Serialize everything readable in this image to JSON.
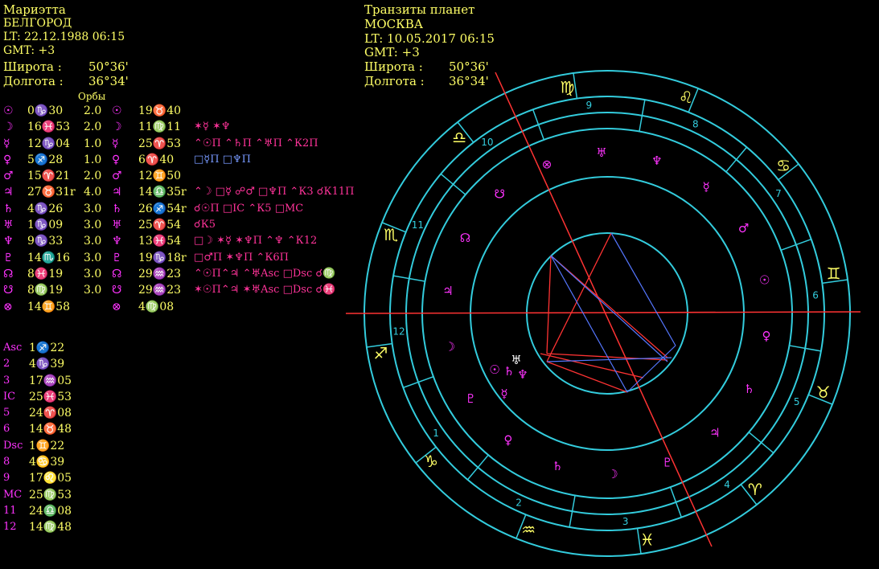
{
  "natal": {
    "name": "Мариэтта",
    "city": "БЕЛГОРОД",
    "lt": "LT: 22.12.1988  06:15",
    "gmt": "GMT: +3",
    "lat_label": "Широта :",
    "lat_value": "50°36'",
    "lon_label": "Долгота :",
    "lon_value": "36°34'"
  },
  "transit": {
    "title": "Транзиты планет",
    "city": "МОСКВА",
    "lt": "LT: 10.05.2017  06:15",
    "gmt": "GMT: +3",
    "lat_label": "Широта :",
    "lat_value": "50°36'",
    "lon_label": "Долгота :",
    "lon_value": "36°34'"
  },
  "orbs_header": "Орбы",
  "planets": [
    {
      "glyph": "☉",
      "natal": "0♑30",
      "orb": "2.0",
      "tglyph": "☉",
      "transit": "19♉40",
      "aspects": []
    },
    {
      "glyph": "☽",
      "natal": "16♓53",
      "orb": "2.0",
      "tglyph": "☽",
      "transit": "11♍11",
      "aspects": [
        {
          "t": "✶☿ ✶♆",
          "c": "rd"
        }
      ]
    },
    {
      "glyph": "☿",
      "natal": "12♑04",
      "orb": "1.0",
      "tglyph": "☿",
      "transit": "25♈53",
      "aspects": [
        {
          "t": "⌃☉П ⌃♄П ⌃♅П ⌃К2П",
          "c": "rd"
        }
      ]
    },
    {
      "glyph": "♀",
      "natal": "5♐28",
      "orb": "1.0",
      "tglyph": "♀",
      "transit": "6♈40",
      "aspects": [
        {
          "t": "□☿П □♆П",
          "c": "bl"
        }
      ]
    },
    {
      "glyph": "♂",
      "natal": "15♈21",
      "orb": "2.0",
      "tglyph": "♂",
      "transit": "12♊50",
      "aspects": []
    },
    {
      "glyph": "♃",
      "natal": "27♉31r",
      "orb": "4.0",
      "tglyph": "♃",
      "transit": "14♎35r",
      "aspects": [
        {
          "t": "⌃☽ □☿ ☍♂ □♆П ⌃К3 ☌К11П",
          "c": "rd"
        }
      ]
    },
    {
      "glyph": "♄",
      "natal": "4♑26",
      "orb": "3.0",
      "tglyph": "♄",
      "transit": "26♐54r",
      "aspects": [
        {
          "t": "☌☉П □IC ⌃К5 □МС",
          "c": "rd"
        }
      ]
    },
    {
      "glyph": "♅",
      "natal": "1♑09",
      "orb": "3.0",
      "tglyph": "♅",
      "transit": "25♈54",
      "aspects": [
        {
          "t": "☌К5",
          "c": "rd"
        }
      ]
    },
    {
      "glyph": "♆",
      "natal": "9♑33",
      "orb": "3.0",
      "tglyph": "♆",
      "transit": "13♓54",
      "aspects": [
        {
          "t": "□☽ ✶☿ ✶♆П ⌃♆ ⌃К12",
          "c": "rd"
        }
      ]
    },
    {
      "glyph": "♇",
      "natal": "14♏16",
      "orb": "3.0",
      "tglyph": "♇",
      "transit": "19♑18r",
      "aspects": [
        {
          "t": "□♂П ✶♆П ⌃К6П",
          "c": "rd"
        }
      ]
    },
    {
      "glyph": "☊",
      "natal": "8♓19",
      "orb": "3.0",
      "tglyph": "☊",
      "transit": "29♒23",
      "aspects": [
        {
          "t": "⌃☉П⌃♃ ⌃♅Asc □Dsc ☌♍",
          "c": "rd"
        }
      ]
    },
    {
      "glyph": "☋",
      "natal": "8♍19",
      "orb": "3.0",
      "tglyph": "☋",
      "transit": "29♒23",
      "aspects": [
        {
          "t": "✶☉П⌃♃ ✶♅Asc □Dsc ☌♓",
          "c": "rd"
        }
      ]
    },
    {
      "glyph": "⊗",
      "natal": "14♊58",
      "orb": "",
      "tglyph": "⊗",
      "transit": "4♍08",
      "aspects": []
    }
  ],
  "houses": [
    {
      "label": "Asc",
      "value": "1♐22"
    },
    {
      "label": "2",
      "value": "4♑39"
    },
    {
      "label": "3",
      "value": "17♒05"
    },
    {
      "label": "IC",
      "value": "25♓53"
    },
    {
      "label": "5",
      "value": "24♈08"
    },
    {
      "label": "6",
      "value": "14♉48"
    },
    {
      "label": "Dsc",
      "value": "1♊22"
    },
    {
      "label": "8",
      "value": "4♋39"
    },
    {
      "label": "9",
      "value": "17♌05"
    },
    {
      "label": "MC",
      "value": "25♍53"
    },
    {
      "label": "11",
      "value": "24♎08"
    },
    {
      "label": "12",
      "value": "14♍48"
    }
  ],
  "chart": {
    "zodiac": [
      "♍",
      "♌",
      "♋",
      "♊",
      "♉",
      "♈",
      "♓",
      "♒",
      "♑",
      "♐",
      "♏",
      "♎"
    ],
    "house_numbers": [
      "9",
      "8",
      "7",
      "6",
      "5",
      "4",
      "3",
      "2",
      "1",
      "12",
      "11",
      "10"
    ],
    "outer_glyphs": [
      "♄",
      "♀",
      "♇",
      "☽",
      "♃",
      "☊",
      "☋",
      "⊗",
      "♅",
      "♆",
      "☿",
      "♂",
      "☉",
      "♀",
      "♄",
      "♃",
      "♇",
      "☽"
    ],
    "inner_glyphs": [
      "☉",
      "♄",
      "♆",
      "♅",
      "☿"
    ],
    "colors": {
      "ring": "#33ccdd",
      "zodiac": "#ffff66",
      "planet": "#ff33ff",
      "axis": "#ff3333",
      "aspect_red": "#ff3333",
      "aspect_blue": "#5577ff"
    }
  }
}
